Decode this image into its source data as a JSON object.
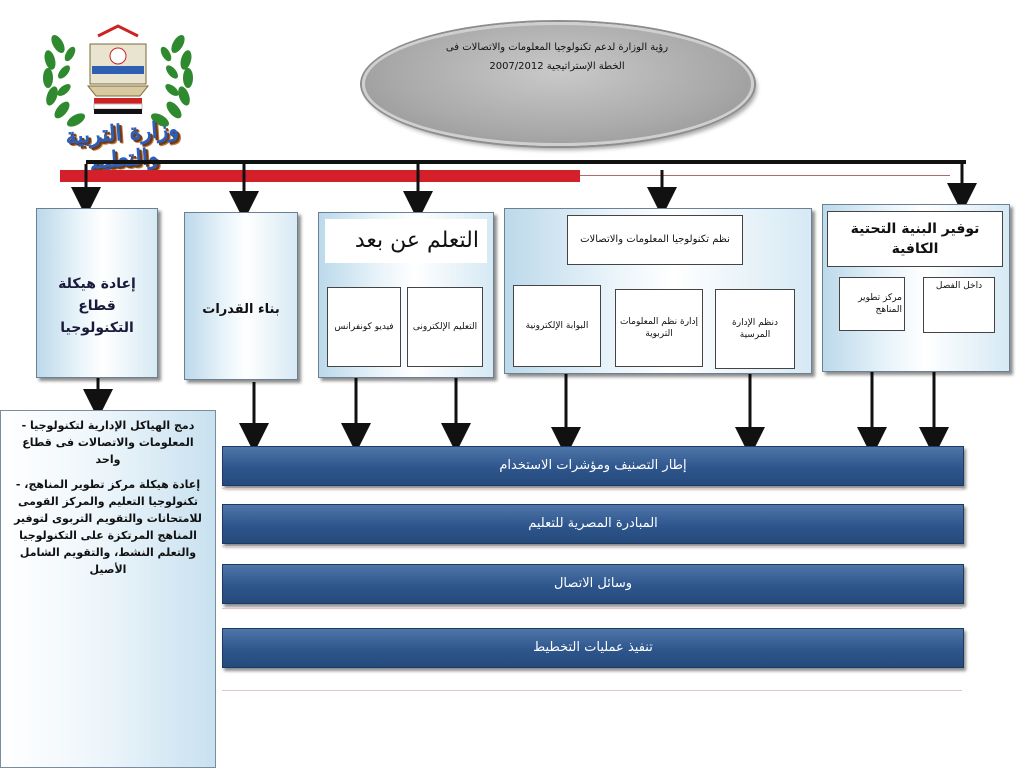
{
  "logo": {
    "ministry_name": "وزارة التربية والتعليم",
    "emblem_text": "وزارة التربية والتعليم"
  },
  "vision": {
    "line1": "رؤية الوزارة لدعم تكنولوجيا المعلومات والاتصالات فى",
    "line2": "الخطة الإستراتيجية 2007/2012"
  },
  "categories": {
    "restructure": "إعادة هيكلة قطاع التكنولوجيا",
    "capacity": "بناء القدرات",
    "distance": {
      "title": "التعلم عن بعد",
      "items": [
        "فيديو كونفرانس",
        "التعليم الإلكترونى"
      ]
    },
    "ict_systems": {
      "title": "نظم تكنولوجيا المعلومات والاتصالات",
      "items": [
        "البوابة الإلكترونية",
        "إدارة نظم المعلومات التربوية",
        "دنظم الإدارة المرسية"
      ]
    },
    "infrastructure": {
      "title": "توفير البنية التحتية الكافية",
      "items": [
        "مركز تطوير المناهج",
        "داخل الفصل"
      ]
    }
  },
  "bands": [
    "إطار التصنيف ومؤشرات الاستخدام",
    "المبادرة المصرية للتعليم",
    "وسائل الاتصال",
    "تنفيذ عمليات التخطيط"
  ],
  "notes": [
    "دمج الهياكل الإدارية لتكنولوجيا - المعلومات والاتصالات فى قطاع واحد",
    "إعادة هيكلة مركز تطوير المناهج، - تكنولوجيا التعليم والمركز القومى للامتحانات والتقويم التربوى لتوفير المناهج المرتكزة على التكنولوجيا والتعلم النشط، والتقويم الشامل الأصيل"
  ],
  "colors": {
    "red_bar": "#d3202a",
    "band_blue": "#2e568d",
    "oval_gray": "#a9a9a9"
  }
}
